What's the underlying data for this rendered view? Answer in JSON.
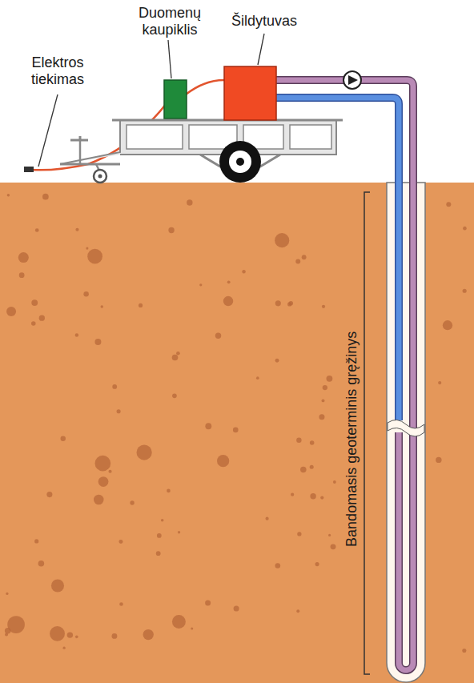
{
  "diagram": {
    "labels": [
      "Elektros tiekimas",
      "Duomenų kaupiklis",
      "Šildytuvas",
      "Bandomasis geoterminis gręžinys"
    ]
  }
}
